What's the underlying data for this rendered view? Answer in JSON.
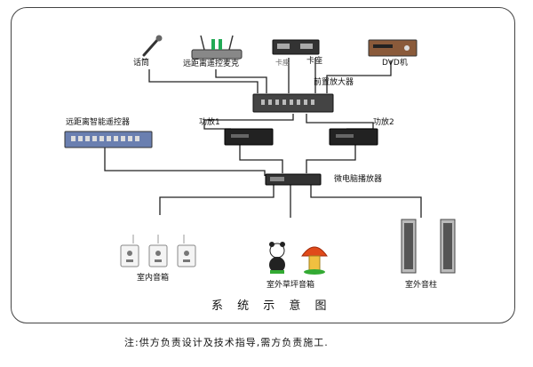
{
  "devices": {
    "microphone": "话筒",
    "remote_mic": "远距离遥控麦克",
    "tape_deck": "卡座",
    "tape_deck_top": "卡座",
    "dvd": "DVD机",
    "preamp": "前置放大器",
    "remote_controller": "远距离智能遥控器",
    "amp1": "功放1",
    "amp2": "功放2",
    "micro_player": "微电脑播放器",
    "indoor_speakers": "室内音箱",
    "lawn_speakers": "室外草坪音箱",
    "outdoor_columns": "室外音柱"
  },
  "diagram_title": "系 统 示 意 图",
  "footer_note": "注:供方负责设计及技术指导,需方负责施工."
}
